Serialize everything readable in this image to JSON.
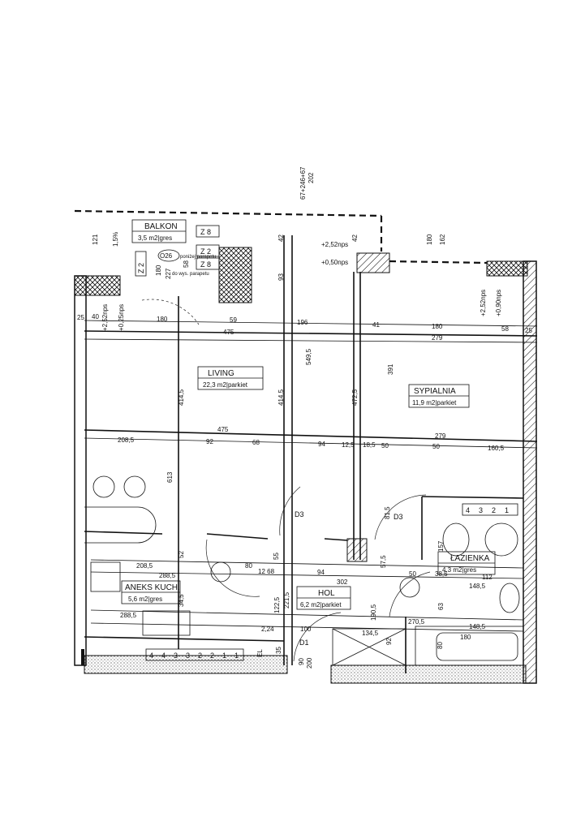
{
  "top_dims": [
    "67+246+67",
    "202"
  ],
  "rooms": {
    "balkon": {
      "name": "BALKON",
      "area": "3,5 m2|gres"
    },
    "living": {
      "name": "LIVING",
      "area": "22,3 m2|parkiet"
    },
    "sypialnia": {
      "name": "SYPIALNIA",
      "area": "11,9 m2|parkiet"
    },
    "aneks": {
      "name": "ANEKS KUCH.",
      "area": "5,6 m2|gres"
    },
    "hol": {
      "name": "HOL",
      "area": "6,2 m2|parkiet"
    },
    "lazienka": {
      "name": "ŁAZIENKA",
      "area": "4,3 m2|gres"
    }
  },
  "tags": {
    "z8a": "Z 8",
    "z2a": "Z 2",
    "z8b": "Z 8",
    "z2b": "Z 2",
    "o26": "O26",
    "ponizej": "poniżej parapetu",
    "dowys": "do wys. parapetu",
    "d3a": "D3",
    "d3b": "D3",
    "d1": "D1",
    "el": "EL"
  },
  "levels": [
    "+2,52nps",
    "+0,50nps",
    "+2,52nps",
    "+0,90nps",
    "+2,52nps",
    "+0,25nps"
  ],
  "radiators": {
    "kitchen": [
      "4",
      "4",
      "3",
      "3",
      "2",
      "2",
      "1",
      "1"
    ],
    "bathroom": [
      "4",
      "3",
      "2",
      "1"
    ]
  },
  "dims": [
    "121",
    "1,5%",
    "42",
    "93",
    "180",
    "162",
    "40",
    "180",
    "59",
    "196",
    "41",
    "180",
    "58",
    "475",
    "279",
    "414,5",
    "414,5",
    "549,5",
    "472,5",
    "391",
    "475",
    "279",
    "208,5",
    "92",
    "68",
    "94",
    "12,5",
    "18,5",
    "50",
    "50",
    "160,5",
    "613",
    "52",
    "55",
    "208,5",
    "288,5",
    "80",
    "12 68",
    "94",
    "302",
    "34,5",
    "122,5",
    "221,5",
    "288,5",
    "270,5",
    "100",
    "134,5",
    "2,24",
    "35",
    "90",
    "200",
    "190,5",
    "63",
    "148,5",
    "148,5",
    "180",
    "112",
    "50",
    "38,5",
    "81,5",
    "157",
    "57,5",
    "92",
    "80",
    "180",
    "227",
    "58",
    "42",
    "25",
    "25"
  ]
}
